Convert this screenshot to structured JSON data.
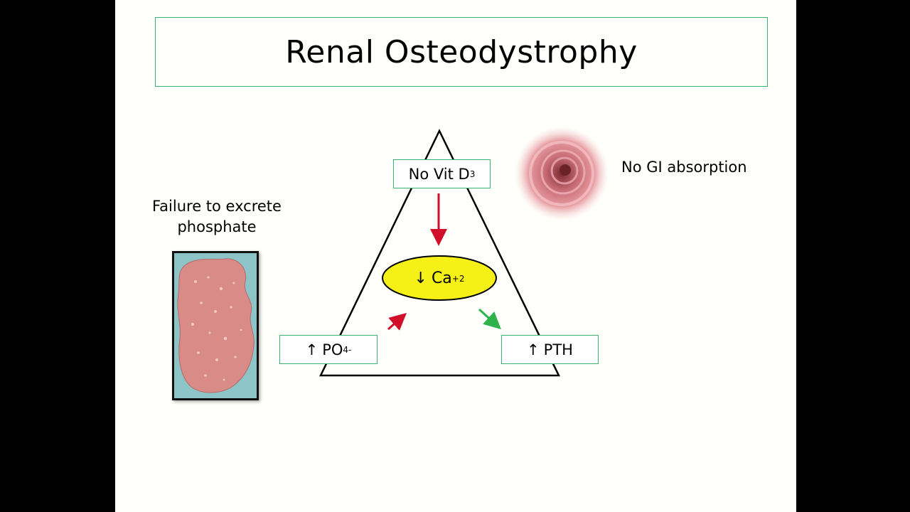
{
  "slide": {
    "title": "Renal Osteodystrophy"
  },
  "diagram": {
    "top_box": {
      "main": "No Vit D",
      "sub": "3"
    },
    "center": {
      "arrow": "↓",
      "main": "Ca",
      "sup": "+2"
    },
    "left_box": {
      "arrow": "↑",
      "main": "PO",
      "sub": "4",
      "sup": "-"
    },
    "right_box": {
      "arrow": "↑",
      "main": "PTH"
    },
    "left_caption_line1": "Failure to excrete",
    "left_caption_line2": "phosphate",
    "right_caption": "No GI absorption"
  },
  "colors": {
    "box_border": "#3cb371",
    "ellipse_fill": "#f5f016",
    "red_arrow": "#d0102a",
    "green_arrow": "#2db34a",
    "kidney": "#d98b87",
    "kidney_bg": "#8cc4c8"
  }
}
